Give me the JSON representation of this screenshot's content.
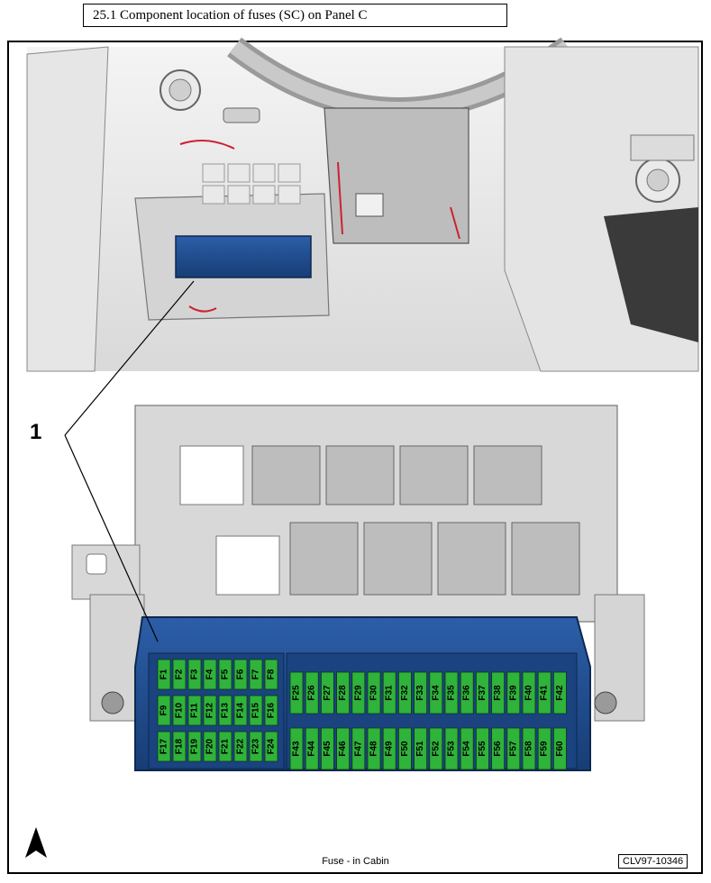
{
  "heading": "25.1  Component location of fuses (SC) on Panel C",
  "callout": "1",
  "caption": "Fuse - in Cabin",
  "reference": "CLV97-10346",
  "icons": {
    "north": "north-arrow-icon"
  },
  "colors": {
    "fuse_box": "#1f4c8f",
    "fuse": "#2fb33a",
    "wiring": "#cc2233"
  },
  "fuse_block": {
    "rows_left": [
      [
        "F1",
        "F2",
        "F3",
        "F4",
        "F5",
        "F6",
        "F7",
        "F8"
      ],
      [
        "F9",
        "F10",
        "F11",
        "F12",
        "F13",
        "F14",
        "F15",
        "F16"
      ],
      [
        "F17",
        "F18",
        "F19",
        "F20",
        "F21",
        "F22",
        "F23",
        "F24"
      ]
    ],
    "rows_right": [
      [
        "F25",
        "F26",
        "F27",
        "F28",
        "F29",
        "F30",
        "F31",
        "F32",
        "F33",
        "F34",
        "F35",
        "F36",
        "F37",
        "F38",
        "F39",
        "F40",
        "F41",
        "F42"
      ],
      [
        "F43",
        "F44",
        "F45",
        "F46",
        "F47",
        "F48",
        "F49",
        "F50",
        "F51",
        "F52",
        "F53",
        "F54",
        "F55",
        "F56",
        "F57",
        "F58",
        "F59",
        "F60"
      ]
    ]
  }
}
